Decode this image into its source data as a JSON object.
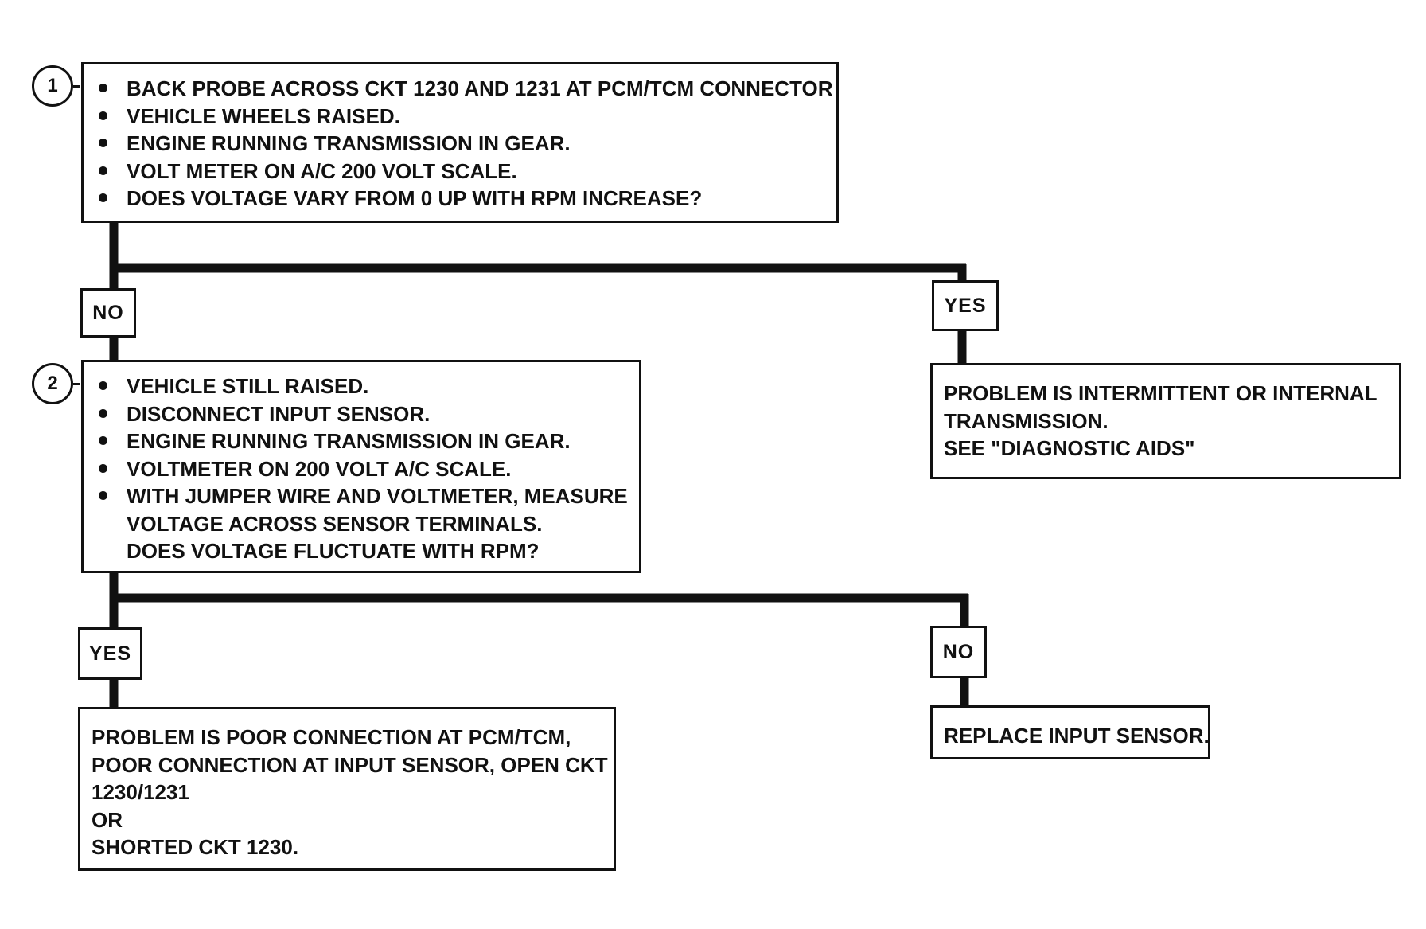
{
  "colors": {
    "line": "#111111",
    "background": "#ffffff"
  },
  "steps": [
    {
      "number": "1",
      "items": [
        "BACK PROBE ACROSS CKT 1230 AND 1231 AT PCM/TCM CONNECTOR",
        "VEHICLE WHEELS RAISED.",
        "ENGINE RUNNING TRANSMISSION IN GEAR.",
        "VOLT METER ON A/C 200 VOLT SCALE.",
        "DOES VOLTAGE VARY FROM 0 UP WITH RPM INCREASE?"
      ]
    },
    {
      "number": "2",
      "items": [
        "VEHICLE STILL RAISED.",
        "DISCONNECT INPUT SENSOR.",
        "ENGINE RUNNING TRANSMISSION IN GEAR.",
        "VOLTMETER ON 200 VOLT A/C SCALE.",
        "WITH JUMPER WIRE AND VOLTMETER, MEASURE\nVOLTAGE ACROSS SENSOR TERMINALS.\nDOES VOLTAGE FLUCTUATE WITH RPM?"
      ]
    }
  ],
  "answers": {
    "step1_no": "NO",
    "step1_yes": "YES",
    "step2_yes": "YES",
    "step2_no": "NO"
  },
  "results": {
    "intermittent": [
      "PROBLEM IS INTERMITTENT OR INTERNAL",
      "TRANSMISSION.",
      "SEE \"DIAGNOSTIC AIDS\""
    ],
    "poor_connection": [
      "PROBLEM IS POOR CONNECTION AT PCM/TCM,",
      "POOR CONNECTION AT INPUT SENSOR, OPEN CKT",
      "1230/1231",
      "OR",
      "SHORTED CKT 1230."
    ],
    "replace_sensor": [
      "REPLACE INPUT SENSOR."
    ]
  }
}
